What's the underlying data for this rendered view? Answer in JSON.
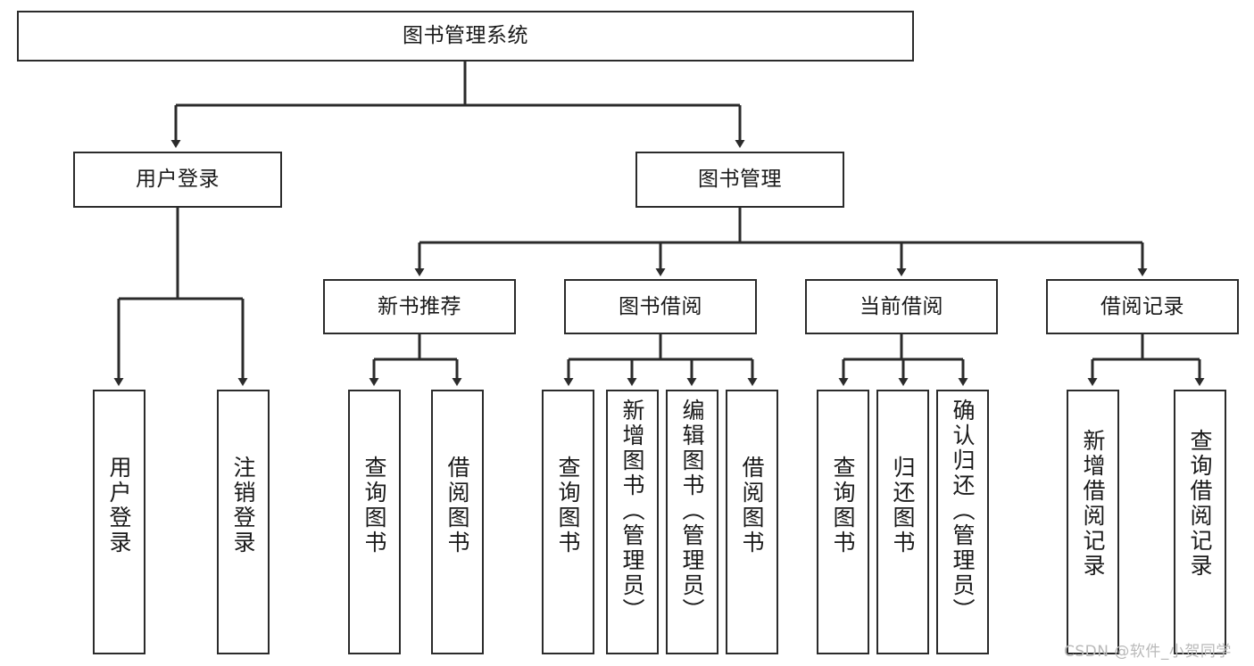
{
  "diagram": {
    "title": "图书管理系统",
    "watermark": "CSDN @软件_小贺同学",
    "colors": {
      "stroke": "#2b2b2b",
      "fill": "#ffffff",
      "text": "#1a1a1a",
      "watermark": "#b9b9b9"
    },
    "nodes": {
      "root": {
        "label": "图书管理系统"
      },
      "level2": [
        {
          "label": "用户登录"
        },
        {
          "label": "图书管理"
        }
      ],
      "level3": [
        {
          "label": "新书推荐"
        },
        {
          "label": "图书借阅"
        },
        {
          "label": "当前借阅"
        },
        {
          "label": "借阅记录"
        }
      ],
      "leaves": {
        "user_login": [
          {
            "label": "用户登录"
          },
          {
            "label": "注销登录"
          }
        ],
        "new_book": [
          {
            "label": "查询图书"
          },
          {
            "label": "借阅图书"
          }
        ],
        "book_borrow": [
          {
            "label": "查询图书"
          },
          {
            "label": "新增图书（管理员）"
          },
          {
            "label": "编辑图书（管理员）"
          },
          {
            "label": "借阅图书"
          }
        ],
        "current_borrow": [
          {
            "label": "查询图书"
          },
          {
            "label": "归还图书"
          },
          {
            "label": "确认归还（管理员）"
          }
        ],
        "borrow_record": [
          {
            "label": "新增借阅记录"
          },
          {
            "label": "查询借阅记录"
          }
        ]
      }
    }
  },
  "chart_data": {
    "type": "diagram",
    "title": "图书管理系统",
    "hierarchy": {
      "name": "图书管理系统",
      "children": [
        {
          "name": "用户登录",
          "children": [
            {
              "name": "用户登录"
            },
            {
              "name": "注销登录"
            }
          ]
        },
        {
          "name": "图书管理",
          "children": [
            {
              "name": "新书推荐",
              "children": [
                {
                  "name": "查询图书"
                },
                {
                  "name": "借阅图书"
                }
              ]
            },
            {
              "name": "图书借阅",
              "children": [
                {
                  "name": "查询图书"
                },
                {
                  "name": "新增图书（管理员）"
                },
                {
                  "name": "编辑图书（管理员）"
                },
                {
                  "name": "借阅图书"
                }
              ]
            },
            {
              "name": "当前借阅",
              "children": [
                {
                  "name": "查询图书"
                },
                {
                  "name": "归还图书"
                },
                {
                  "name": "确认归还（管理员）"
                }
              ]
            },
            {
              "name": "借阅记录",
              "children": [
                {
                  "name": "新增借阅记录"
                },
                {
                  "name": "查询借阅记录"
                }
              ]
            }
          ]
        }
      ]
    }
  }
}
